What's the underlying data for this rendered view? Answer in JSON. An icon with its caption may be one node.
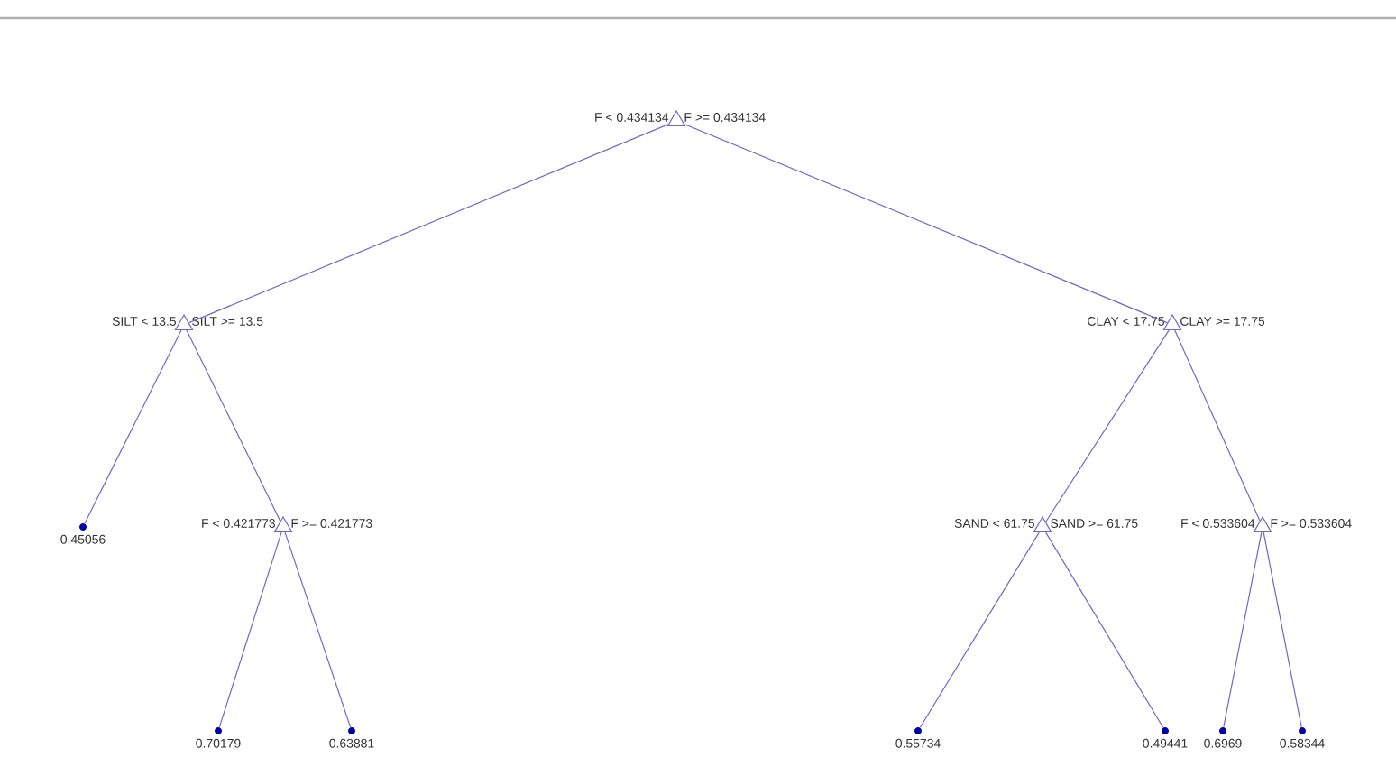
{
  "diagram": {
    "nodes": [
      {
        "text": [],
        "shape": "triangle",
        "beside": [
          "F < 0.434134",
          "F >= 0.434134"
        ]
      },
      {
        "text": [],
        "shape": "triangle",
        "beside": [
          "SILT < 13.5",
          "SILT >= 13.5"
        ]
      },
      {
        "text": [],
        "shape": "triangle",
        "beside": [
          "CLAY < 17.75",
          "CLAY >= 17.75"
        ]
      },
      {
        "text": [],
        "shape": "circle",
        "beside": [
          "0.45056"
        ]
      },
      {
        "text": [],
        "shape": "triangle",
        "beside": [
          "F < 0.421773",
          "F >= 0.421773"
        ]
      },
      {
        "text": [],
        "shape": "triangle",
        "beside": [
          "SAND < 61.75",
          "SAND >= 61.75"
        ]
      },
      {
        "text": [],
        "shape": "triangle",
        "beside": [
          "F < 0.533604",
          "F >= 0.533604"
        ]
      },
      {
        "text": [],
        "shape": "circle",
        "beside": [
          "0.70179"
        ]
      },
      {
        "text": [],
        "shape": "circle",
        "beside": [
          "0.63881"
        ]
      },
      {
        "text": [],
        "shape": "circle",
        "beside": [
          "0.55734"
        ]
      },
      {
        "text": [],
        "shape": "circle",
        "beside": [
          "0.49441"
        ]
      },
      {
        "text": [],
        "shape": "circle",
        "beside": [
          "0.6969"
        ]
      },
      {
        "text": [],
        "shape": "circle",
        "beside": [
          "0.58344"
        ]
      }
    ],
    "edges": [
      {
        "from": 0,
        "to": 1,
        "arrow": "none"
      },
      {
        "from": 0,
        "to": 2,
        "arrow": "none"
      },
      {
        "from": 1,
        "to": 3,
        "arrow": "none"
      },
      {
        "from": 1,
        "to": 4,
        "arrow": "none"
      },
      {
        "from": 2,
        "to": 5,
        "arrow": "none"
      },
      {
        "from": 2,
        "to": 6,
        "arrow": "none"
      },
      {
        "from": 4,
        "to": 7,
        "arrow": "none"
      },
      {
        "from": 4,
        "to": 8,
        "arrow": "none"
      },
      {
        "from": 5,
        "to": 9,
        "arrow": "none"
      },
      {
        "from": 5,
        "to": 10,
        "arrow": "none"
      },
      {
        "from": 6,
        "to": 11,
        "arrow": "none"
      },
      {
        "from": 6,
        "to": 12,
        "arrow": "none"
      }
    ]
  }
}
